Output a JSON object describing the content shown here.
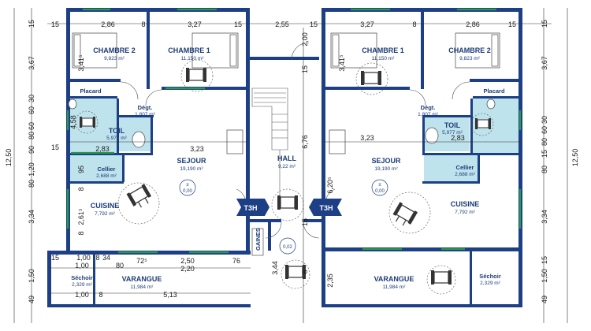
{
  "units": {
    "left": {
      "rooms": {
        "chambre2": {
          "name": "CHAMBRE 2",
          "area": "9,823 m²"
        },
        "chambre1": {
          "name": "CHAMBRE 1",
          "area": "11,150 m²"
        },
        "placard": {
          "name": "Placard"
        },
        "degt": {
          "name": "Dégt.",
          "area": "1,807 m²"
        },
        "toil": {
          "name": "TOIL",
          "area": "5,977 m²"
        },
        "sejour": {
          "name": "SEJOUR",
          "area": "19,190 m²"
        },
        "cellier": {
          "name": "Cellier",
          "area": "2,688 m²"
        },
        "cuisine": {
          "name": "CUISINE",
          "area": "7,792 m²"
        },
        "sechoir": {
          "name": "Séchoir",
          "area": "2,329 m²"
        },
        "varangue": {
          "name": "VARANGUE",
          "area": "11,984 m²"
        }
      },
      "type_badge": "T3H",
      "level": {
        "sign": "±",
        "value": "0,00"
      }
    },
    "right": {
      "rooms": {
        "chambre1": {
          "name": "CHAMBRE 1",
          "area": "11,150 m²"
        },
        "chambre2": {
          "name": "CHAMBRE 2",
          "area": "9,823 m²"
        },
        "placard": {
          "name": "Placard"
        },
        "degt": {
          "name": "Dégt.",
          "area": "1,807 m²"
        },
        "toil": {
          "name": "TOIL",
          "area": "5,977 m²"
        },
        "sejour": {
          "name": "SEJOUR",
          "area": "19,190 m²"
        },
        "cellier": {
          "name": "Cellier",
          "area": "2,688 m²"
        },
        "cuisine": {
          "name": "CUISINE",
          "area": "7,792 m²"
        },
        "sechoir": {
          "name": "Séchoir",
          "area": "2,329 m²"
        },
        "varangue": {
          "name": "VARANGUE",
          "area": "11,984 m²"
        }
      },
      "type_badge": "T3H",
      "level": {
        "sign": "±",
        "value": "0,00"
      }
    }
  },
  "hall": {
    "name": "HALL",
    "area": "9,22 m²"
  },
  "gaines": {
    "name": "GAINES"
  },
  "hall_level": {
    "sign": "±",
    "value": "0,02"
  },
  "dimensions": {
    "left_top": [
      "15",
      "2,86",
      "8",
      "3,27",
      "15"
    ],
    "hall_top": [
      "2,55"
    ],
    "right_top": [
      "15",
      "3,27",
      "8",
      "2,86",
      "15"
    ],
    "left_mid": [
      "2,83",
      "3,23"
    ],
    "right_mid": [
      "3,23",
      "2,83"
    ],
    "left_bottom_row1": [
      "1,00",
      "8",
      "34"
    ],
    "left_bottom_row2": [
      "1,00",
      "80",
      "72⁵",
      "2,50",
      "76"
    ],
    "left_bottom_row3": [
      "2,20"
    ],
    "left_bottom_row4": [
      "1,00",
      "8",
      "5,13"
    ],
    "hall_vertical": [
      "2,00",
      "15",
      "6,76",
      "15",
      "3,44",
      "8"
    ],
    "far_left": [
      "15",
      "3,67",
      "30",
      "60",
      "60",
      "80",
      "90",
      "15",
      "1,20",
      "80",
      "3,34",
      "15",
      "1,50",
      "49",
      "12,50"
    ],
    "inner_left": [
      "3,41⁵",
      "4,58",
      "95",
      "8",
      "2,61⁵",
      "8"
    ],
    "inner_right": [
      "3,41⁵",
      "6,20⁵",
      "2,35"
    ],
    "far_right": [
      "15",
      "3,67",
      "30",
      "60",
      "80",
      "15",
      "80",
      "3,34",
      "15",
      "1,50",
      "49",
      "12,50"
    ]
  },
  "colors": {
    "walls": "#1c3f86",
    "wet_rooms": "#bfe3ec",
    "windows": "#2a9a4a",
    "badge": "#1c3f86"
  }
}
